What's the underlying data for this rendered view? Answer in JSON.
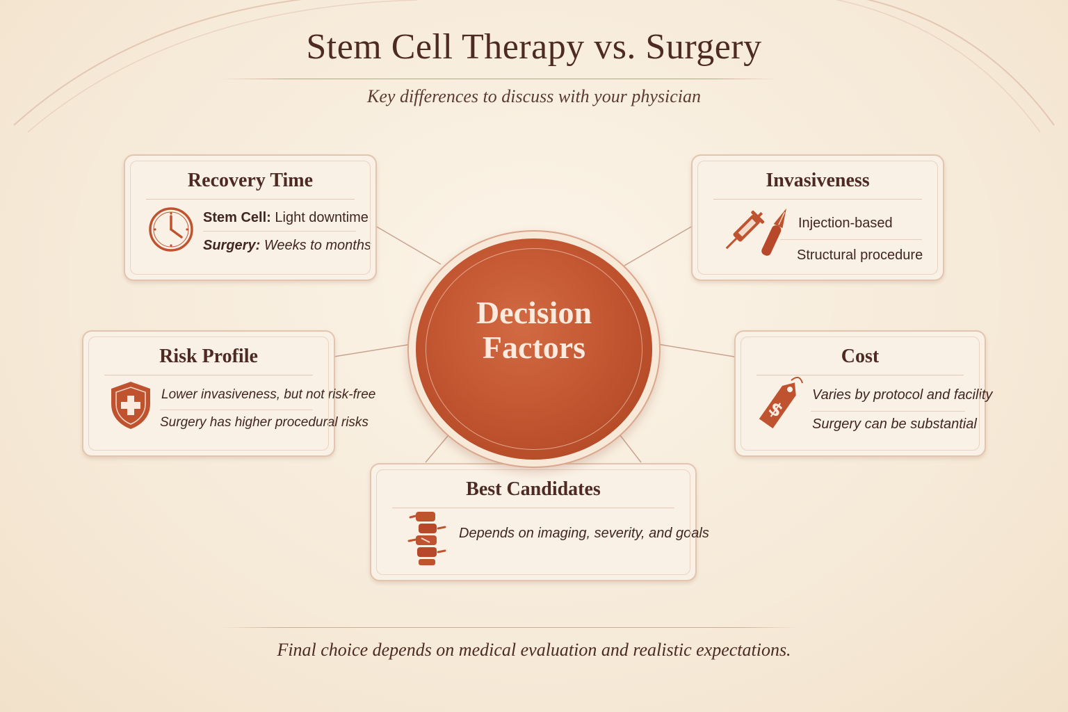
{
  "title": "Stem Cell Therapy vs. Surgery",
  "subtitle": "Key differences to discuss with your physician",
  "center": {
    "line1": "Decision",
    "line2": "Factors"
  },
  "cards": {
    "recovery": {
      "title": "Recovery Time",
      "icon": "clock-icon",
      "rows": [
        {
          "label": "Stem Cell:",
          "value": "Light downtime"
        },
        {
          "label": "Surgery:",
          "value": "Weeks to months"
        }
      ]
    },
    "invasiveness": {
      "title": "Invasiveness",
      "icon": "syringe-and-scalpel-icon",
      "rows": [
        "Injection-based",
        "Structural procedure"
      ]
    },
    "risk": {
      "title": "Risk Profile",
      "icon": "shield-medical-icon",
      "rows": [
        "Lower invasiveness, but not risk-free",
        "Surgery has higher procedural risks"
      ]
    },
    "cost": {
      "title": "Cost",
      "icon": "price-tag-icon",
      "rows": [
        "Varies by protocol and facility",
        "Surgery can be substantial"
      ]
    },
    "candidates": {
      "title": "Best Candidates",
      "icon": "spine-icon",
      "rows": [
        "Depends on imaging, severity, and goals"
      ]
    }
  },
  "footer": "Final choice depends on medical evaluation and realistic expectations.",
  "colors": {
    "accent": "#c0532f",
    "text": "#4a2a22",
    "background": "#f6ead8"
  }
}
